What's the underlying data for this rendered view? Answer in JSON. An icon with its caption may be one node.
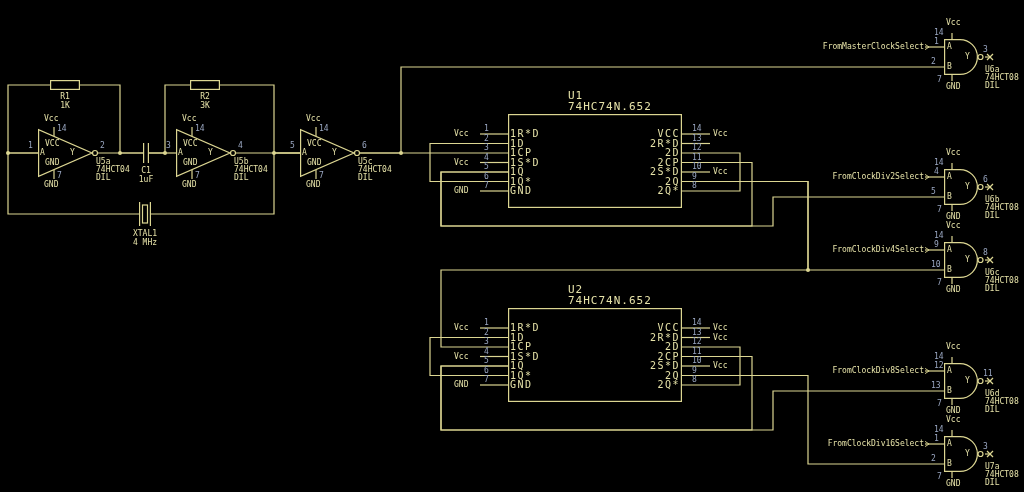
{
  "diagram": {
    "nodes": [
      {
        "text": [],
        "shape": "resistor",
        "beside": [
          "R1",
          "1K"
        ]
      },
      {
        "text": [
          "VCC",
          "A",
          "Y",
          "GND"
        ],
        "beside": [
          "Vcc",
          "14",
          "1",
          "2",
          "7",
          "GND",
          "U5a",
          "74HCT04",
          "DIL"
        ]
      },
      {
        "text": [],
        "shape": "capacitor",
        "beside": [
          "C1",
          "1uF"
        ]
      },
      {
        "text": [],
        "shape": "resistor",
        "beside": [
          "R2",
          "3K"
        ]
      },
      {
        "text": [
          "VCC",
          "A",
          "Y",
          "GND"
        ],
        "beside": [
          "Vcc",
          "14",
          "3",
          "4",
          "7",
          "GND",
          "U5b",
          "74HCT04",
          "DIL"
        ]
      },
      {
        "text": [
          "VCC",
          "A",
          "Y",
          "GND"
        ],
        "beside": [
          "Vcc",
          "14",
          "5",
          "6",
          "7",
          "GND",
          "U5c",
          "74HCT04",
          "DIL"
        ]
      },
      {
        "text": [],
        "shape": "crystal",
        "beside": [
          "XTAL1",
          "4 MHz"
        ]
      },
      {
        "text": [
          "1R*D",
          "1D",
          "1CP",
          "1S*D",
          "1Q",
          "1Q*",
          "GND",
          "VCC",
          "2R*D",
          "2D",
          "2CP",
          "2S*D",
          "2Q",
          "2Q*"
        ],
        "beside": [
          "U1",
          "74HC74N.652",
          "1",
          "2",
          "3",
          "4",
          "5",
          "6",
          "7",
          "14",
          "13",
          "12",
          "11",
          "10",
          "9",
          "8"
        ]
      },
      {
        "text": [
          "1R*D",
          "1D",
          "1CP",
          "1S*D",
          "1Q",
          "1Q*",
          "GND",
          "VCC",
          "2R*D",
          "2D",
          "2CP",
          "2S*D",
          "2Q",
          "2Q*"
        ],
        "beside": [
          "U2",
          "74HC74N.652",
          "1",
          "2",
          "3",
          "4",
          "5",
          "6",
          "7",
          "14",
          "13",
          "12",
          "11",
          "10",
          "9",
          "8"
        ]
      },
      {
        "text": [
          "FromMasterClockSelect"
        ]
      },
      {
        "text": [
          "A",
          "B",
          "Y"
        ],
        "beside": [
          "Vcc",
          "14",
          "1",
          "2",
          "3",
          "7",
          "GND",
          "U6a",
          "74HCT08",
          "DIL"
        ]
      },
      {
        "text": [
          "FromClockDiv2Select"
        ]
      },
      {
        "text": [
          "A",
          "B",
          "Y"
        ],
        "beside": [
          "Vcc",
          "14",
          "4",
          "5",
          "6",
          "7",
          "GND",
          "U6b",
          "74HCT08",
          "DIL"
        ]
      },
      {
        "text": [
          "FromClockDiv4Select"
        ]
      },
      {
        "text": [
          "A",
          "B",
          "Y"
        ],
        "beside": [
          "Vcc",
          "14",
          "9",
          "10",
          "8",
          "7",
          "GND",
          "U6c",
          "74HCT08",
          "DIL"
        ]
      },
      {
        "text": [
          "FromClockDiv8Select"
        ]
      },
      {
        "text": [
          "A",
          "B",
          "Y"
        ],
        "beside": [
          "Vcc",
          "14",
          "12",
          "13",
          "11",
          "7",
          "GND",
          "U6d",
          "74HCT08",
          "DIL"
        ]
      },
      {
        "text": [
          "FromClockDiv16Select"
        ]
      },
      {
        "text": [
          "A",
          "B",
          "Y"
        ],
        "beside": [
          "Vcc",
          "14",
          "1",
          "2",
          "3",
          "7",
          "GND",
          "U7a",
          "74HCT08",
          "DIL"
        ]
      }
    ],
    "edges": [
      {
        "from": 1,
        "to": 0,
        "arrow": "none"
      },
      {
        "from": 1,
        "to": 6,
        "arrow": "none"
      },
      {
        "from": 1,
        "to": 2,
        "arrow": "none"
      },
      {
        "from": 0,
        "to": 2,
        "arrow": "none"
      },
      {
        "from": 2,
        "to": 4,
        "arrow": "none"
      },
      {
        "from": 2,
        "to": 3,
        "arrow": "none"
      },
      {
        "from": 4,
        "to": 5,
        "arrow": "none"
      },
      {
        "from": 3,
        "to": 5,
        "arrow": "none"
      },
      {
        "from": 6,
        "to": 5,
        "arrow": "none"
      },
      {
        "from": 5,
        "to": 7,
        "arrow": "none"
      },
      {
        "from": 5,
        "to": 10,
        "arrow": "none"
      },
      {
        "from": 7,
        "to": 7,
        "arrow": "none"
      },
      {
        "from": 7,
        "to": 7,
        "arrow": "none"
      },
      {
        "from": 7,
        "to": 12,
        "arrow": "none"
      },
      {
        "from": 7,
        "to": 7,
        "arrow": "none"
      },
      {
        "from": 7,
        "to": 14,
        "arrow": "none"
      },
      {
        "from": 7,
        "to": 8,
        "arrow": "none"
      },
      {
        "from": 8,
        "to": 8,
        "arrow": "none"
      },
      {
        "from": 8,
        "to": 8,
        "arrow": "none"
      },
      {
        "from": 8,
        "to": 16,
        "arrow": "none"
      },
      {
        "from": 8,
        "to": 8,
        "arrow": "none"
      },
      {
        "from": 8,
        "to": 18,
        "arrow": "none"
      },
      {
        "from": 9,
        "to": 10,
        "arrow": "other"
      },
      {
        "from": 11,
        "to": 12,
        "arrow": "other"
      },
      {
        "from": 13,
        "to": 14,
        "arrow": "other"
      },
      {
        "from": 15,
        "to": 16,
        "arrow": "other"
      },
      {
        "from": 17,
        "to": 18,
        "arrow": "other"
      }
    ],
    "labels": [
      "Vcc",
      "Vcc",
      "GND",
      "Vcc",
      "Vcc",
      "Vcc",
      "Vcc",
      "GND",
      "Vcc",
      "Vcc",
      "Vcc"
    ]
  }
}
